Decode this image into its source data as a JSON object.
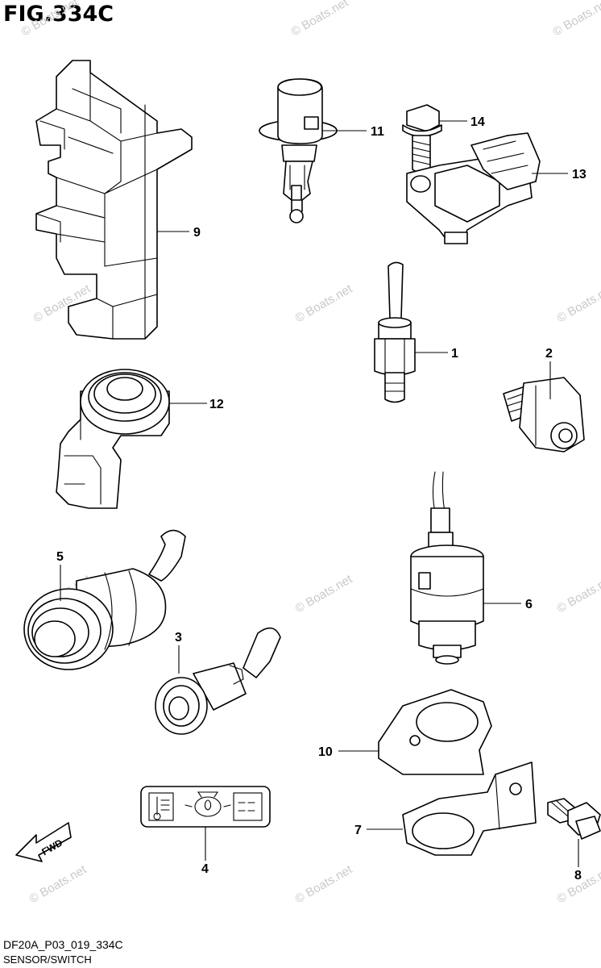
{
  "figure": {
    "title": "FIG.334C",
    "code": "DF20A_P03_019_334C",
    "subtitle": "SENSOR/SWITCH",
    "fwd_label": "FWD",
    "watermark": "© Boats.net"
  },
  "callouts": [
    "1",
    "2",
    "3",
    "4",
    "5",
    "6",
    "7",
    "8",
    "9",
    "10",
    "11",
    "12",
    "13",
    "14"
  ]
}
